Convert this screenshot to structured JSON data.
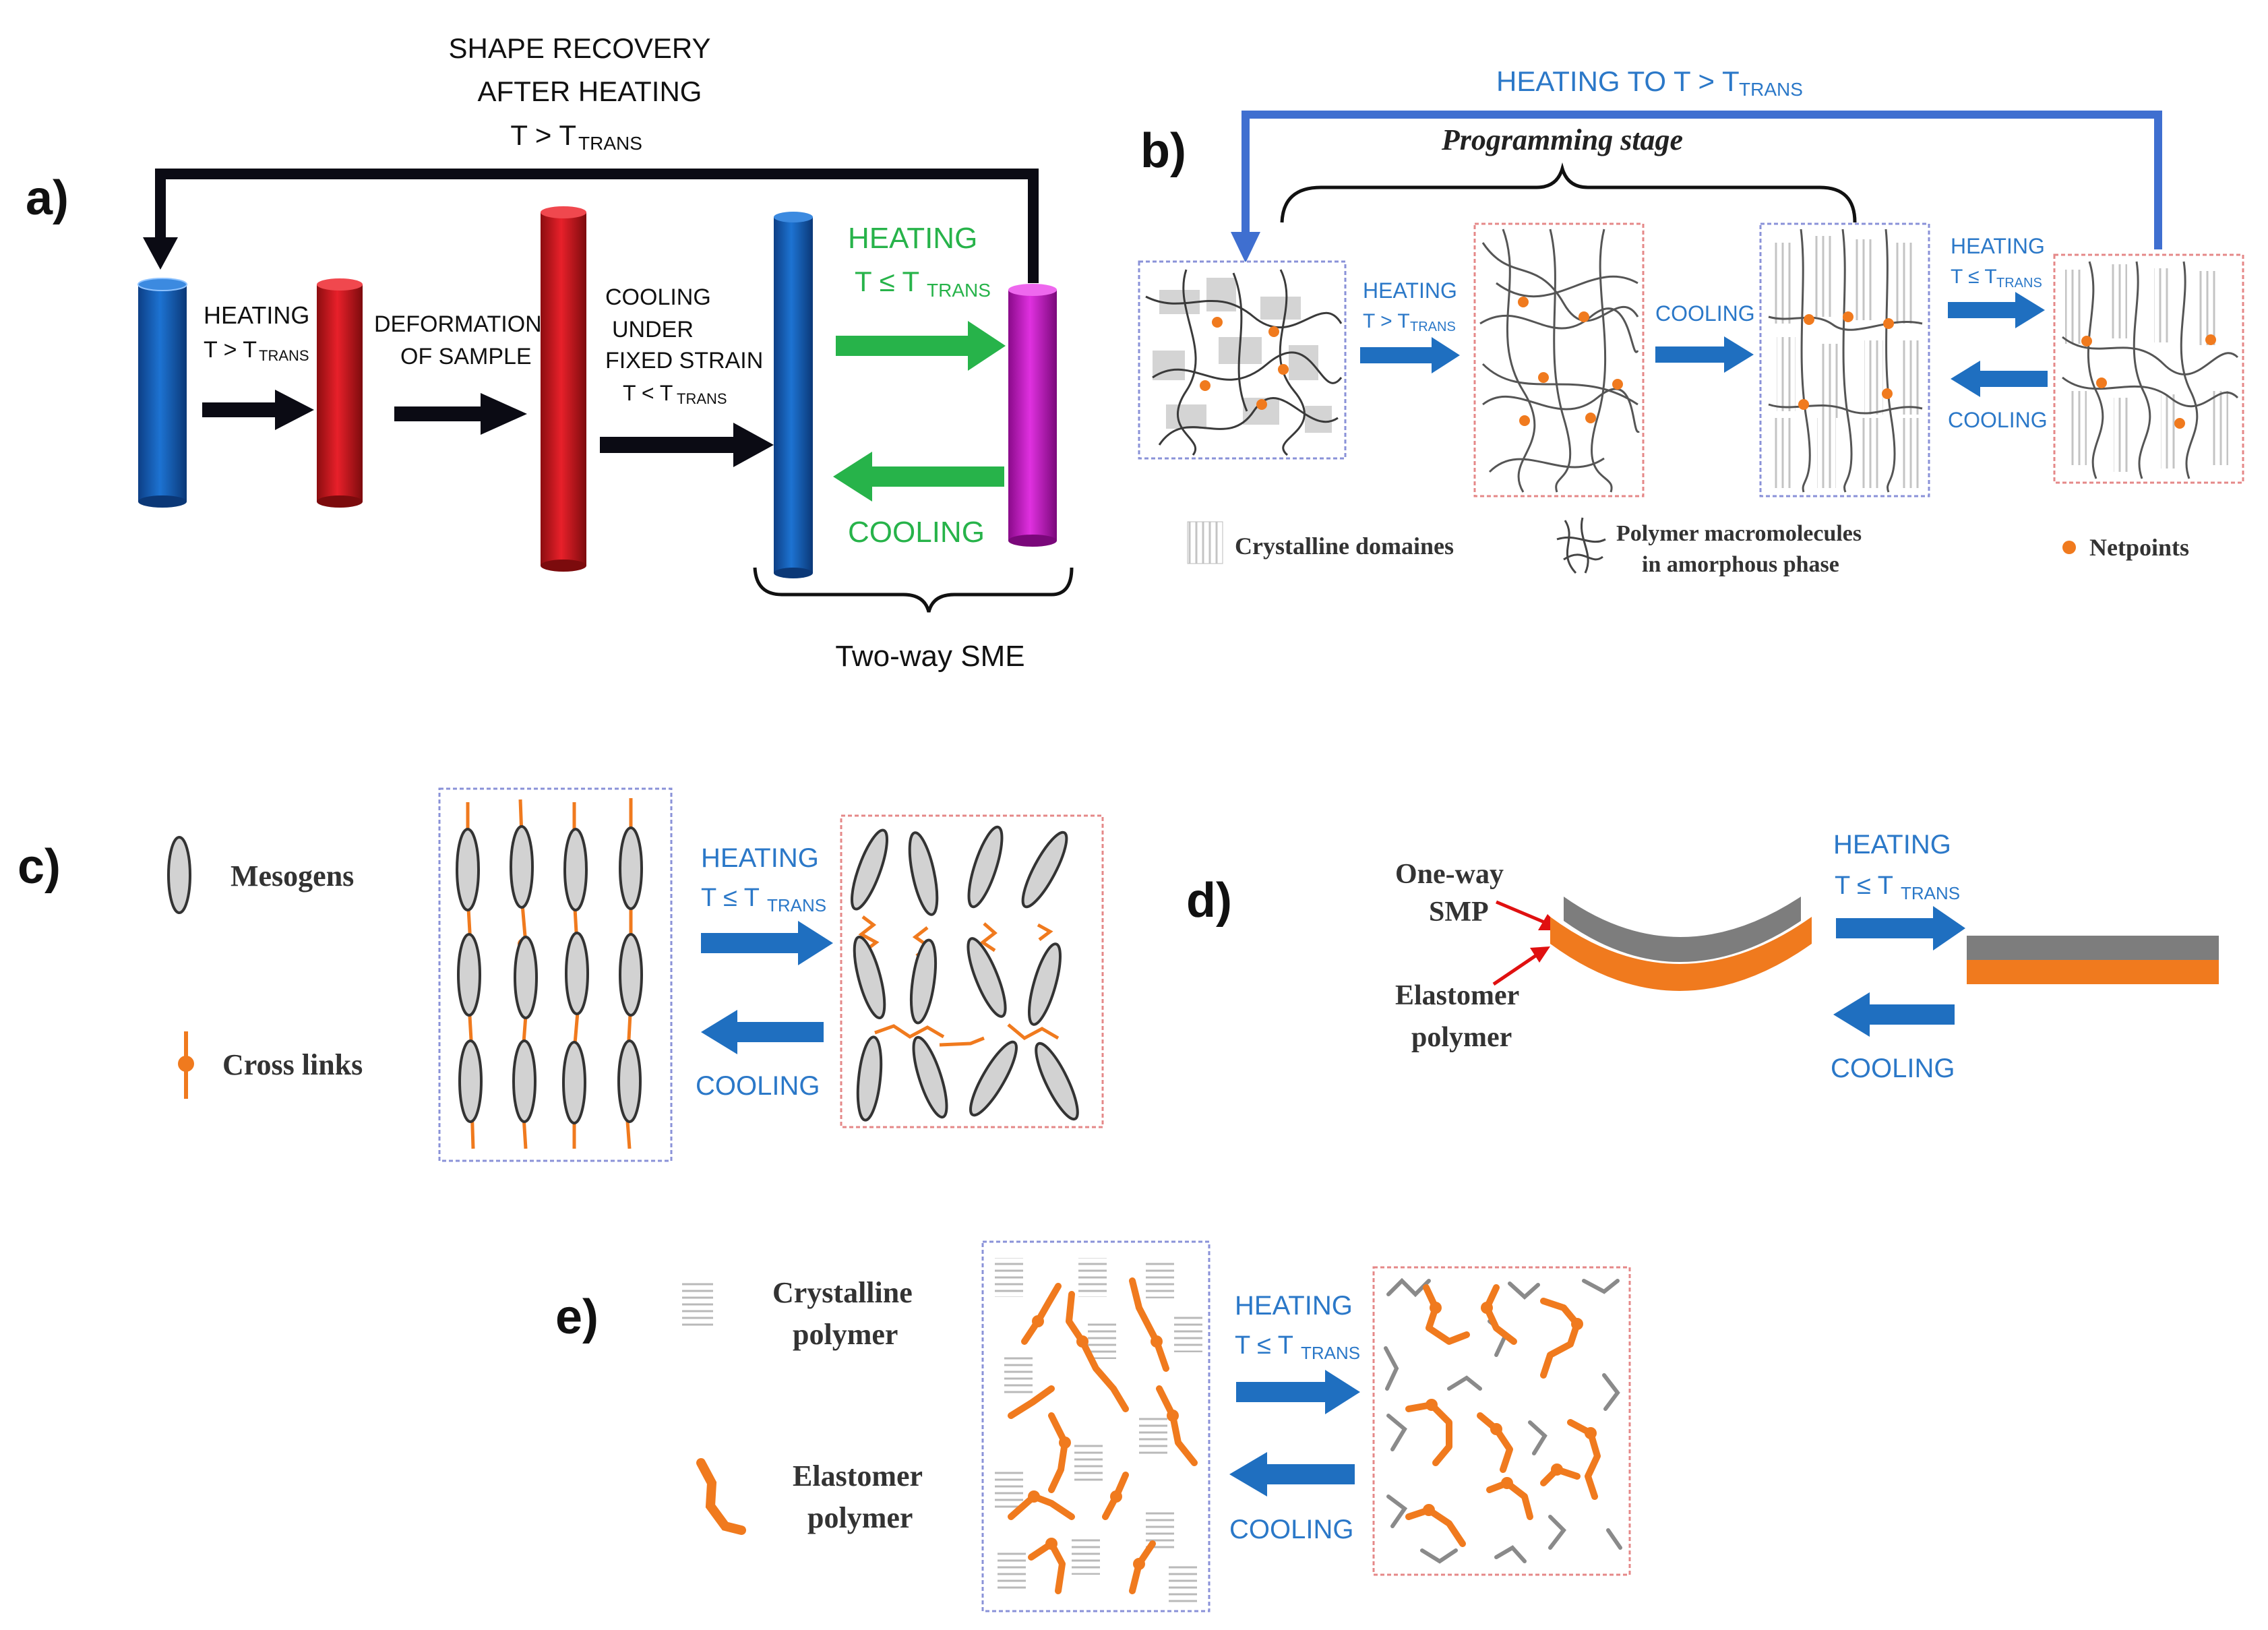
{
  "colors": {
    "blue_arrow": "#1f6fc0",
    "black_arrow": "#0b0b14",
    "green": "#27b34a",
    "label_blue": "#2b78c8",
    "orange": "#f07a1e",
    "red_box": "#e58888",
    "blue_box": "#8a92d8",
    "gray_layer": "#7d7d7d",
    "blue_cylinder": "#1565c0",
    "red_cylinder": "#d4141c",
    "magenta_cylinder": "#d21dd2"
  },
  "panel_a": {
    "letter": "a)",
    "recovery_line1": "SHAPE RECOVERY",
    "recovery_line2": "AFTER HEATING",
    "recovery_line3_main": "T > T",
    "recovery_line3_sub": "TRANS",
    "heating_label": "HEATING",
    "heating_cond_main": "T > T",
    "heating_cond_sub": "TRANS",
    "deformation_line1": "DEFORMATION",
    "deformation_line2": "OF SAMPLE",
    "cooling_line1": "COOLING",
    "cooling_line2": "UNDER",
    "cooling_line3": "FIXED STRAIN",
    "cooling_cond_main": "T < T",
    "cooling_cond_sub": "TRANS",
    "green_heating": "HEATING",
    "green_cond_main": "T ≤ T",
    "green_cond_sub": "TRANS",
    "green_cooling": "COOLING",
    "two_way": "Two-way SME"
  },
  "panel_b": {
    "letter": "b)",
    "top_label_main": "HEATING TO T > T",
    "top_label_sub": "TRANS",
    "programming": "Programming stage",
    "heating1": "HEATING",
    "heating1_cond_main": "T > T",
    "heating1_cond_sub": "TRANS",
    "cooling1": "COOLING",
    "heating2": "HEATING",
    "heating2_cond_main": "T ≤ T",
    "heating2_cond_sub": "TRANS",
    "cooling2": "COOLING",
    "legend_crystalline": "Crystalline domaines",
    "legend_polymer_line1": "Polymer macromolecules",
    "legend_polymer_line2": "in amorphous phase",
    "legend_netpoints": "Netpoints"
  },
  "panel_c": {
    "letter": "c)",
    "mesogens": "Mesogens",
    "crosslinks": "Cross links",
    "heating": "HEATING",
    "cond_main": "T ≤ T",
    "cond_sub": "TRANS",
    "cooling": "COOLING"
  },
  "panel_d": {
    "letter": "d)",
    "oneway_line1": "One-way",
    "oneway_line2": "SMP",
    "elastomer_line1": "Elastomer",
    "elastomer_line2": "polymer",
    "heating": "HEATING",
    "cond_main": "T ≤ T",
    "cond_sub": "TRANS",
    "cooling": "COOLING"
  },
  "panel_e": {
    "letter": "e)",
    "crystalline_line1": "Crystalline",
    "crystalline_line2": "polymer",
    "elastomer_line1": "Elastomer",
    "elastomer_line2": "polymer",
    "heating": "HEATING",
    "cond_main": "T ≤ T",
    "cond_sub": "TRANS",
    "cooling": "COOLING"
  }
}
